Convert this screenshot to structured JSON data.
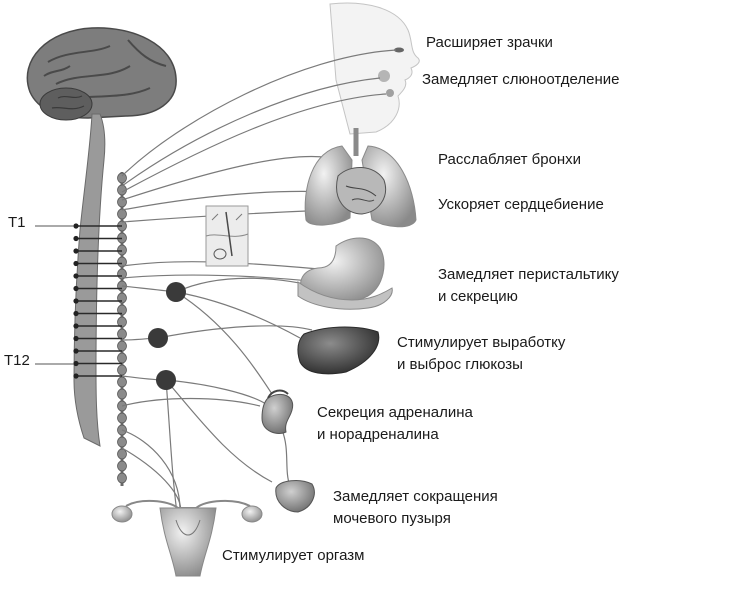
{
  "segment_markers": {
    "upper": "T1",
    "lower": "T12"
  },
  "effects": [
    {
      "id": "pupils",
      "lines": [
        "Расширяет зрачки"
      ]
    },
    {
      "id": "saliva",
      "lines": [
        "Замедляет слюноотделение"
      ]
    },
    {
      "id": "bronchi",
      "lines": [
        "Расслабляет бронхи"
      ]
    },
    {
      "id": "heart",
      "lines": [
        "Ускоряет сердцебиение"
      ]
    },
    {
      "id": "gut",
      "lines": [
        "Замедляет перистальтику",
        "и секрецию"
      ]
    },
    {
      "id": "liver",
      "lines": [
        "Стимулирует выработку",
        "и выброс глюкозы"
      ]
    },
    {
      "id": "adrenal",
      "lines": [
        "Секреция адреналина",
        "и норадреналина"
      ]
    },
    {
      "id": "bladder",
      "lines": [
        "Замедляет сокращения",
        "мочевого пузыря"
      ]
    },
    {
      "id": "genital",
      "lines": [
        "Стимулирует оргазм"
      ]
    }
  ]
}
